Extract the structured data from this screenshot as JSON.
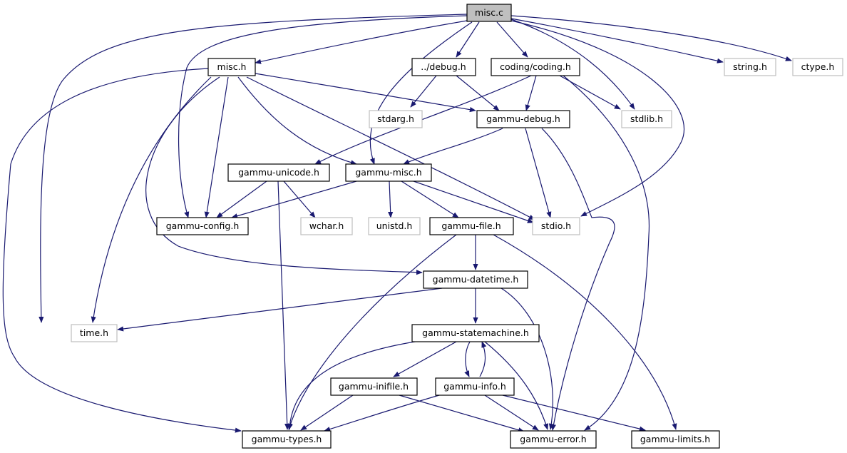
{
  "colors": {
    "edge": "#191970",
    "root_fill": "#bfbfbf",
    "system_border": "#bfbfbf",
    "node_border": "#000000"
  },
  "nodes": {
    "misc_c": "misc.c",
    "misc_h": "misc.h",
    "debug_h": "../debug.h",
    "coding_h": "coding/coding.h",
    "string_h": "string.h",
    "ctype_h": "ctype.h",
    "stdarg_h": "stdarg.h",
    "gammu_debug_h": "gammu-debug.h",
    "stdlib_h": "stdlib.h",
    "gammu_unicode_h": "gammu-unicode.h",
    "gammu_misc_h": "gammu-misc.h",
    "gammu_config_h": "gammu-config.h",
    "wchar_h": "wchar.h",
    "unistd_h": "unistd.h",
    "gammu_file_h": "gammu-file.h",
    "stdio_h": "stdio.h",
    "gammu_datetime_h": "gammu-datetime.h",
    "time_h": "time.h",
    "gammu_statemachine_h": "gammu-statemachine.h",
    "gammu_inifile_h": "gammu-inifile.h",
    "gammu_info_h": "gammu-info.h",
    "gammu_types_h": "gammu-types.h",
    "gammu_error_h": "gammu-error.h",
    "gammu_limits_h": "gammu-limits.h"
  }
}
